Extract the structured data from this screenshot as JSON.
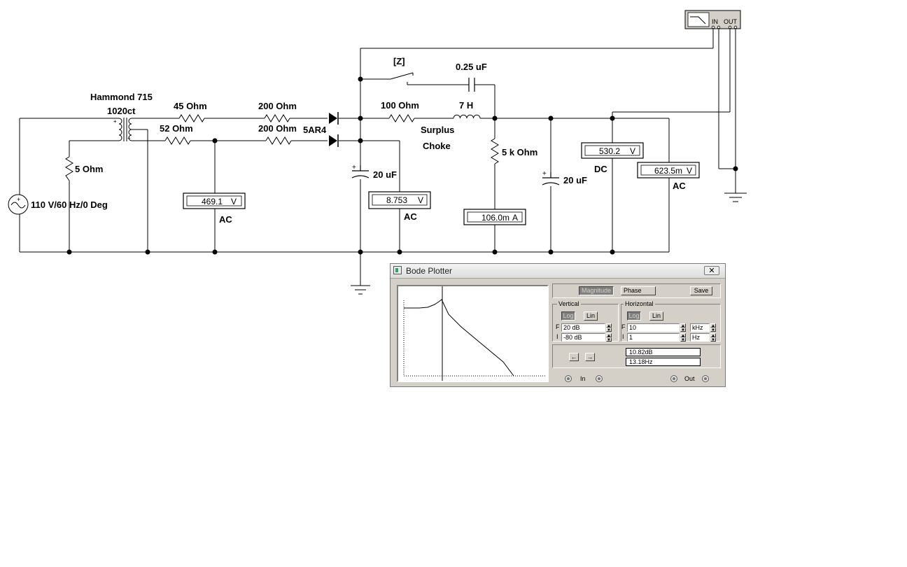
{
  "schematic": {
    "source_label": "110 V/60 Hz/0 Deg",
    "transformer_label1": "Hammond 715",
    "transformer_label2": "1020ct",
    "r_5_ohm": "5  Ohm",
    "r_45_ohm": "45  Ohm",
    "r_52_ohm": "52  Ohm",
    "r_200_ohm_top": "200  Ohm",
    "r_200_ohm_bottom": "200  Ohm",
    "rectifier_label": "5AR4",
    "switch_label": "[Z]",
    "cap_025": "0.25 uF",
    "r_100_ohm": "100  Ohm",
    "inductor_7h": "7 H",
    "choke_label1": "Surplus",
    "choke_label2": "Choke",
    "r_5k_ohm": "5 k Ohm",
    "cap_20uf_left": "20 uF",
    "cap_20uf_right": "20 uF",
    "plus_sign": "+",
    "meters": {
      "m1_value": "469.1",
      "m1_unit": "V",
      "m1_mode": "AC",
      "m2_value": "8.753",
      "m2_unit": "V",
      "m2_mode": "AC",
      "m3_value": "106.0m",
      "m3_unit": "A",
      "m4_value": "530.2",
      "m4_unit": "V",
      "m4_mode": "DC",
      "m5_value": "623.5m",
      "m5_unit": "V",
      "m5_mode": "AC"
    },
    "bode_block_in": "IN",
    "bode_block_out": "OUT"
  },
  "bode": {
    "title": "Bode Plotter",
    "close": "✕",
    "magnitude": "Magnitude",
    "phase": "Phase",
    "save": "Save",
    "vertical": {
      "title": "Vertical",
      "log": "Log",
      "lin": "Lin",
      "f_label": "F",
      "f_value": "20 dB",
      "i_label": "I",
      "i_value": "-80 dB"
    },
    "horizontal": {
      "title": "Horizontal",
      "log": "Log",
      "lin": "Lin",
      "f_label": "F",
      "f_value": "10",
      "f_unit": "kHz",
      "i_label": "I",
      "i_value": "1",
      "i_unit": "Hz"
    },
    "arrow_left": "←",
    "arrow_right": "→",
    "readout_db": "10.82dB",
    "readout_hz": "13.18Hz",
    "in_label": "In",
    "out_label": "Out"
  }
}
